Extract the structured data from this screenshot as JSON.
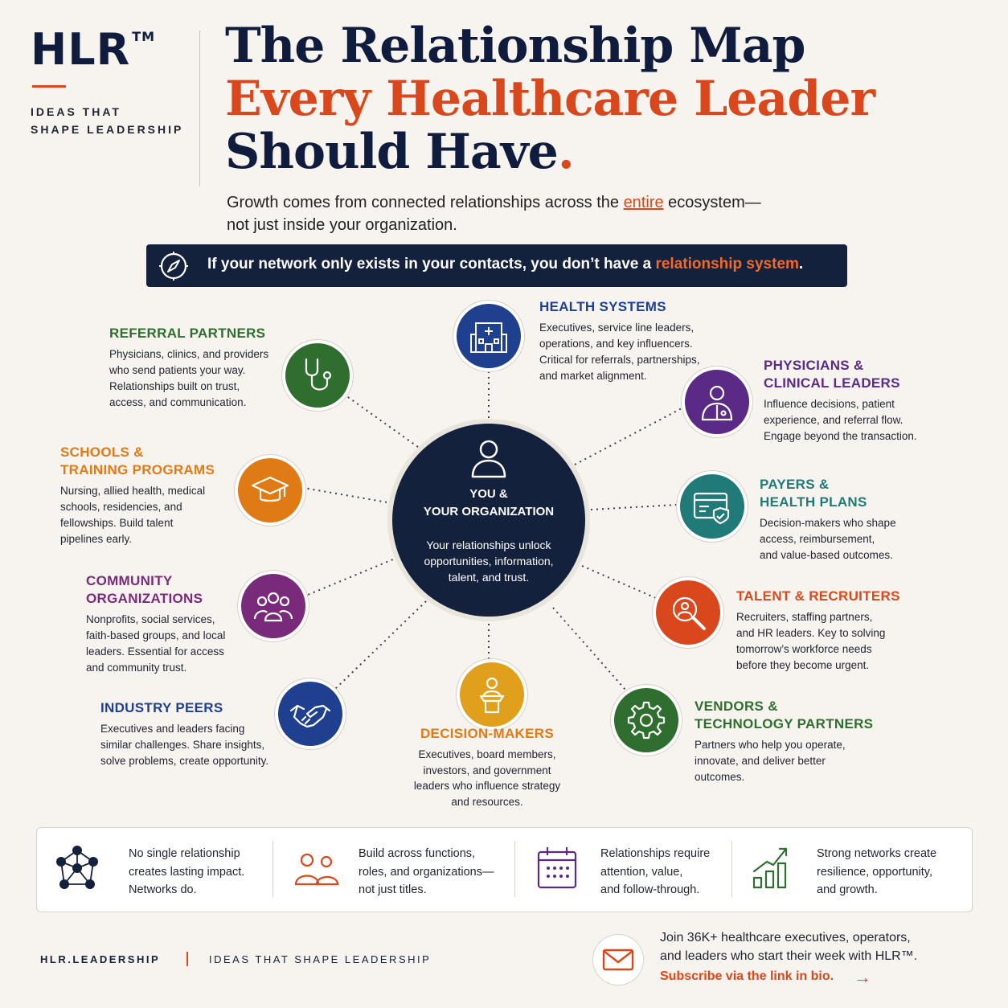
{
  "brand": {
    "logo": "HLR",
    "tm": "TM",
    "tagline_line1": "IDEAS THAT",
    "tagline_line2": "SHAPE LEADERSHIP"
  },
  "header": {
    "title_line1": "The Relationship Map",
    "title_line2": "Every Healthcare Leader",
    "title_line3": "Should Have",
    "title_period": ".",
    "subtitle_pre": "Growth comes from connected relationships across the ",
    "subtitle_highlight": "entire",
    "subtitle_post": " ecosystem—",
    "subtitle_line2": "not just inside your organization."
  },
  "banner": {
    "pre": "If your network only exists in your contacts, you don’t have a ",
    "highlight": "relationship system",
    "post": ".",
    "icon": "compass-icon"
  },
  "center": {
    "title_line1": "YOU &",
    "title_line2": "YOUR ORGANIZATION",
    "desc": "Your relationships unlock opportunities, information, talent, and trust.",
    "icon": "person-icon"
  },
  "nodes": [
    {
      "key": "health-systems",
      "title": [
        "HEALTH SYSTEMS"
      ],
      "desc": [
        "Executives, service line leaders,",
        "operations, and key influencers.",
        "Critical for referrals, partnerships,",
        "and market alignment."
      ],
      "color": "#1f3f8f",
      "icon": "hospital-icon"
    },
    {
      "key": "referral-partners",
      "title": [
        "REFERRAL PARTNERS"
      ],
      "desc": [
        "Physicians, clinics, and providers",
        "who send patients your way.",
        "Relationships built on trust,",
        "access, and communication."
      ],
      "color": "#2f6e2f",
      "icon": "stethoscope-icon"
    },
    {
      "key": "physicians",
      "title": [
        "PHYSICIANS &",
        "CLINICAL LEADERS"
      ],
      "desc": [
        "Influence decisions, patient",
        "experience, and referral flow.",
        "Engage beyond the transaction."
      ],
      "color": "#5b2a86",
      "icon": "doctor-icon"
    },
    {
      "key": "schools",
      "title": [
        "SCHOOLS &",
        "TRAINING PROGRAMS"
      ],
      "desc": [
        "Nursing, allied health, medical",
        "schools, residencies, and",
        "fellowships. Build talent",
        "pipelines early."
      ],
      "color": "#e07a14",
      "icon": "graduation-cap-icon"
    },
    {
      "key": "payers",
      "title": [
        "PAYERS &",
        "HEALTH PLANS"
      ],
      "desc": [
        "Decision-makers who shape",
        "access, reimbursement,",
        "and value-based outcomes."
      ],
      "color": "#1f7a78",
      "icon": "insurance-card-icon"
    },
    {
      "key": "community",
      "title": [
        "COMMUNITY",
        "ORGANIZATIONS"
      ],
      "desc": [
        "Nonprofits, social services,",
        "faith-based groups, and local",
        "leaders. Essential for access",
        "and community trust."
      ],
      "color": "#7a2a7a",
      "icon": "group-icon"
    },
    {
      "key": "talent",
      "title": [
        "TALENT & RECRUITERS"
      ],
      "desc": [
        "Recruiters, staffing partners,",
        "and HR leaders. Key to solving",
        "tomorrow’s workforce needs",
        "before they become urgent."
      ],
      "color": "#d9481c",
      "icon": "magnifier-person-icon"
    },
    {
      "key": "peers",
      "title": [
        "INDUSTRY PEERS"
      ],
      "desc": [
        "Executives and leaders facing",
        "similar challenges. Share insights,",
        "solve problems, create opportunity."
      ],
      "color": "#1f3f8f",
      "icon": "handshake-icon"
    },
    {
      "key": "decision-makers",
      "title": [
        "DECISION-MAKERS"
      ],
      "desc": [
        "Executives, board members,",
        "investors, and government",
        "leaders who influence strategy",
        "and resources."
      ],
      "color": "#e0a01c",
      "icon": "podium-icon"
    },
    {
      "key": "vendors",
      "title": [
        "VENDORS &",
        "TECHNOLOGY PARTNERS"
      ],
      "desc": [
        "Partners who help you operate,",
        "innovate, and deliver better",
        "outcomes."
      ],
      "color": "#2f6e2f",
      "icon": "gear-icon"
    }
  ],
  "principles": [
    {
      "lines": [
        "No single relationship",
        "creates lasting impact.",
        "Networks do."
      ],
      "icon": "network-icon",
      "color": "#14213d"
    },
    {
      "lines": [
        "Build across functions,",
        "roles, and organizations—",
        "not just titles."
      ],
      "icon": "people-icon",
      "color": "#d9481c"
    },
    {
      "lines": [
        "Relationships require",
        "attention, value,",
        "and follow-through."
      ],
      "icon": "calendar-icon",
      "color": "#5b2a86"
    },
    {
      "lines": [
        "Strong networks create",
        "resilience, opportunity,",
        "and growth."
      ],
      "icon": "growth-chart-icon",
      "color": "#2f6e2f"
    }
  ],
  "footer": {
    "handle": "HLR.LEADERSHIP",
    "tagline": "IDEAS THAT SHAPE LEADERSHIP",
    "join_line1": "Join 36K+ healthcare executives, operators,",
    "join_line2": "and leaders who start their week with HLR™.",
    "subscribe": "Subscribe via the link in bio.",
    "arrow": "→",
    "icon": "mail-icon"
  },
  "colors": {
    "navy": "#14213d",
    "accent": "#d9481c",
    "background": "#f7f4ef"
  }
}
